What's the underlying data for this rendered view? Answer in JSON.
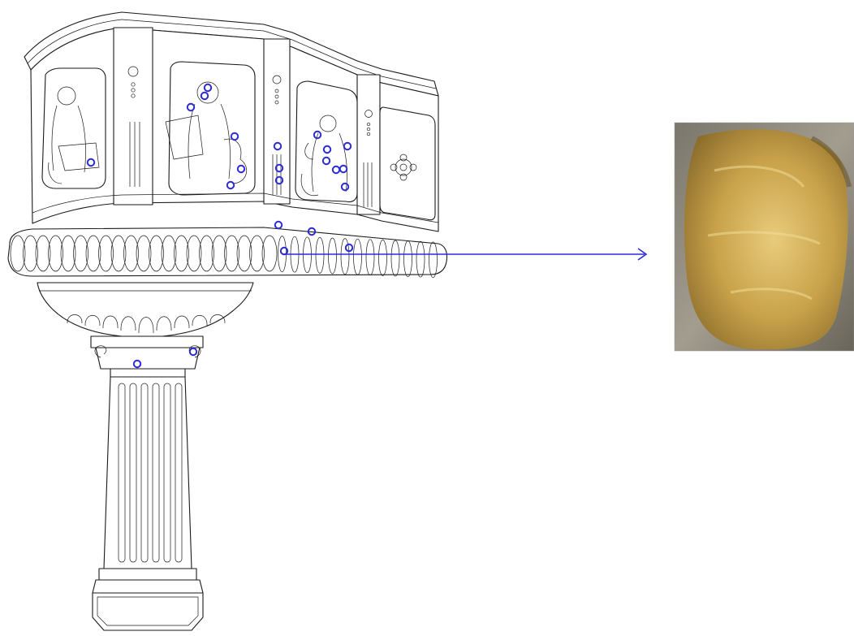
{
  "figure": {
    "subject": "pulpit-line-drawing",
    "accent_color": "#2b2bd6",
    "connector": {
      "from_marker": 20,
      "to": "detail-photo",
      "arrowhead": "open"
    },
    "markers": [
      {
        "id": 1
      },
      {
        "id": 2
      },
      {
        "id": 3
      },
      {
        "id": 4
      },
      {
        "id": 5
      },
      {
        "id": 6
      },
      {
        "id": 7
      },
      {
        "id": 8
      },
      {
        "id": 9
      },
      {
        "id": 10
      },
      {
        "id": 11
      },
      {
        "id": 12
      },
      {
        "id": 13
      },
      {
        "id": 14
      },
      {
        "id": 15
      },
      {
        "id": 16
      },
      {
        "id": 17
      },
      {
        "id": 18
      },
      {
        "id": 19
      },
      {
        "id": 20
      },
      {
        "id": 21
      },
      {
        "id": 22
      },
      {
        "id": 23
      }
    ],
    "detail_photo": {
      "content": "gilded-surface-closeup",
      "colors": [
        "#6e6a60",
        "#c9a34a",
        "#e3c774",
        "#8a7a5a"
      ]
    }
  }
}
